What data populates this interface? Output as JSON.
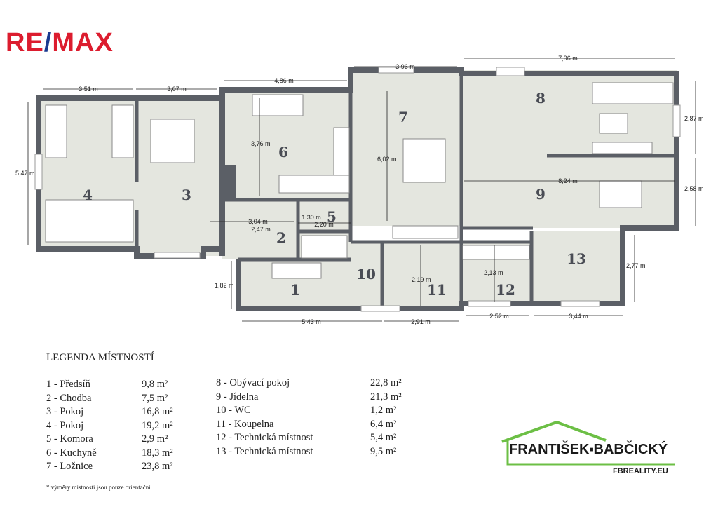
{
  "brand": {
    "logo_left": "RE",
    "logo_slash": "/",
    "logo_right": "MAX"
  },
  "rooms": [
    "1",
    "2",
    "3",
    "4",
    "5",
    "6",
    "7",
    "8",
    "9",
    "10",
    "11",
    "12",
    "13"
  ],
  "dimensions": [
    "3,51 m",
    "3,07 m",
    "4,86 m",
    "3,96 m",
    "7,96 m",
    "5,47 m",
    "3,76 m",
    "6,02 m",
    "2,87 m",
    "8,24 m",
    "2,58 m",
    "3,04 m",
    "2,47 m",
    "1,30 m",
    "2,20 m",
    "1,82 m",
    "2,19 m",
    "2,13 m",
    "2,77 m",
    "5,43 m",
    "2,91 m",
    "2,52 m",
    "3,44 m"
  ],
  "legend": {
    "title": "LEGENDA MÍSTNOSTÍ",
    "left": [
      {
        "name": "1 - Předsíň",
        "area": "9,8 m²"
      },
      {
        "name": "2 - Chodba",
        "area": "7,5 m²"
      },
      {
        "name": "3 - Pokoj",
        "area": "16,8 m²"
      },
      {
        "name": "4 - Pokoj",
        "area": "19,2 m²"
      },
      {
        "name": "5 - Komora",
        "area": "2,9 m²"
      },
      {
        "name": "6 - Kuchyně",
        "area": "18,3 m²"
      },
      {
        "name": "7 - Ložnice",
        "area": "23,8 m²"
      }
    ],
    "right": [
      {
        "name": "8 - Obývací pokoj",
        "area": "22,8 m²"
      },
      {
        "name": "9 - Jídelna",
        "area": "21,3 m²"
      },
      {
        "name": "10 - WC",
        "area": "1,2 m²"
      },
      {
        "name": "11 - Koupelna",
        "area": "6,4 m²"
      },
      {
        "name": "12 - Technická místnost",
        "area": "5,4 m²"
      },
      {
        "name": "13 - Technická místnost",
        "area": "9,5 m²"
      }
    ],
    "note": "* výměry místností jsou pouze orientační"
  },
  "agent": {
    "name": "FRANTIŠEK",
    "sep": "■",
    "surname": "BABČICKÝ",
    "url": "FBREALITY.EU",
    "color": "#6cbf45"
  }
}
